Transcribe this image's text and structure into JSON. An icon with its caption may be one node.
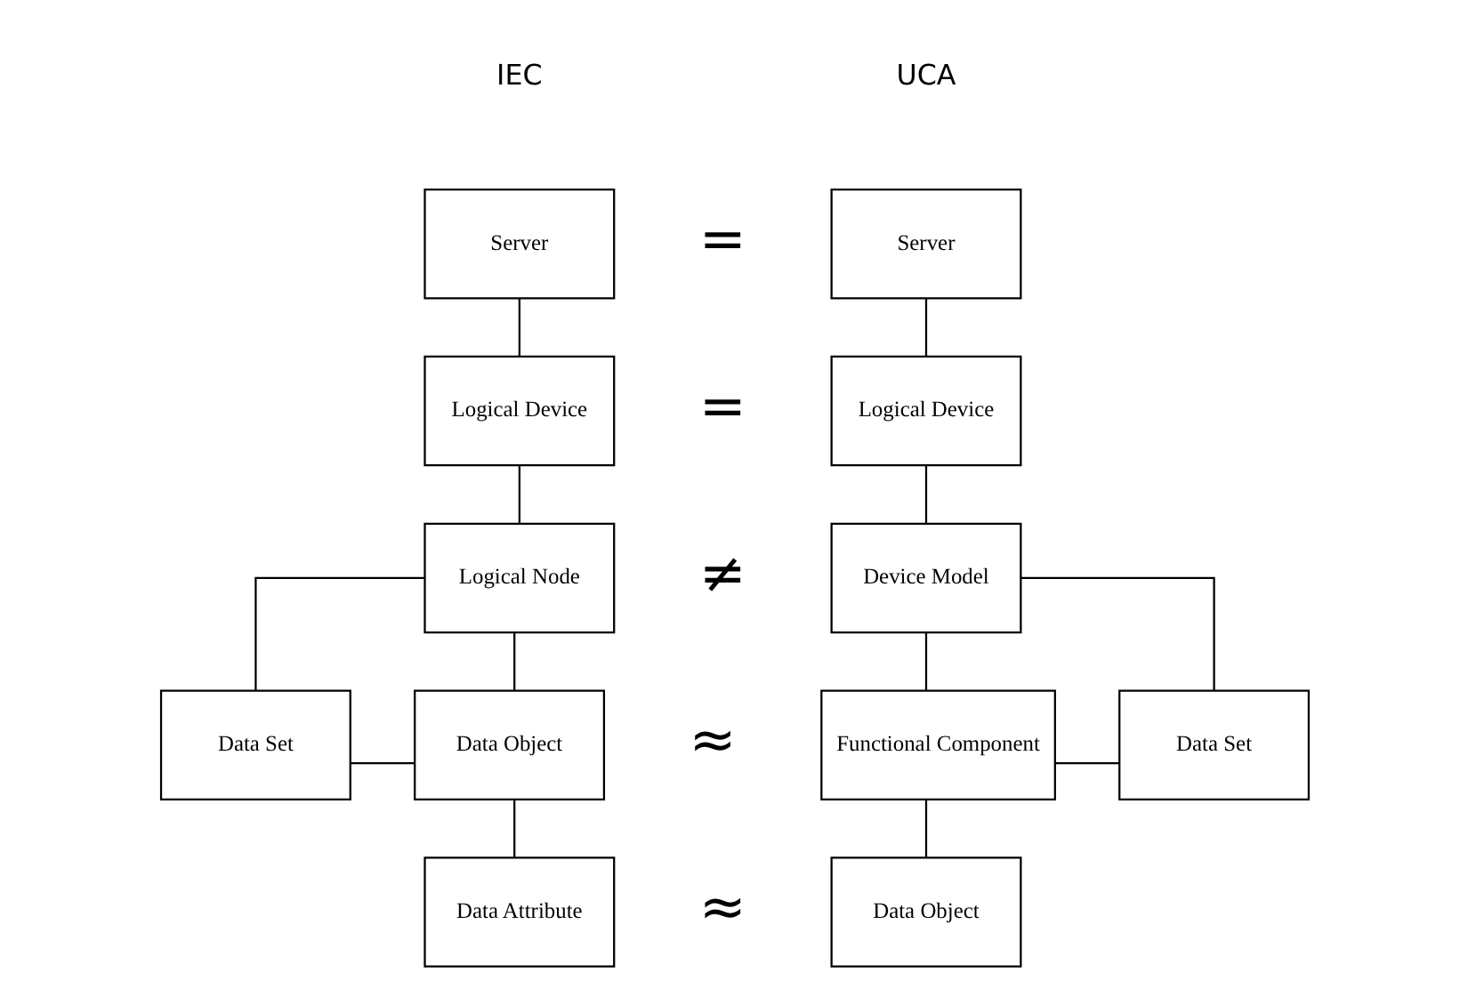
{
  "diagram": {
    "nodes": [
      {
        "text": [
          "Server"
        ]
      },
      {
        "text": [
          "Server"
        ]
      },
      {
        "text": [
          "Logical Device"
        ]
      },
      {
        "text": [
          "Logical Device"
        ]
      },
      {
        "text": [
          "Logical Node"
        ]
      },
      {
        "text": [
          "Device Model"
        ]
      },
      {
        "text": [
          "Data Set"
        ]
      },
      {
        "text": [
          "Data Object"
        ]
      },
      {
        "text": [
          "Functional Component"
        ]
      },
      {
        "text": [
          "Data Set"
        ]
      },
      {
        "text": [
          "Data Attribute"
        ]
      },
      {
        "text": [
          "Data Object"
        ]
      }
    ],
    "edges": [
      {
        "from": 0,
        "to": 2,
        "arrow": "none"
      },
      {
        "from": 1,
        "to": 3,
        "arrow": "none"
      },
      {
        "from": 2,
        "to": 4,
        "arrow": "none"
      },
      {
        "from": 3,
        "to": 5,
        "arrow": "none"
      },
      {
        "from": 4,
        "to": 6,
        "arrow": "none"
      },
      {
        "from": 4,
        "to": 7,
        "arrow": "none"
      },
      {
        "from": 6,
        "to": 7,
        "arrow": "none"
      },
      {
        "from": 5,
        "to": 9,
        "arrow": "none"
      },
      {
        "from": 5,
        "to": 8,
        "arrow": "none"
      },
      {
        "from": 8,
        "to": 9,
        "arrow": "none"
      },
      {
        "from": 7,
        "to": 10,
        "arrow": "none"
      },
      {
        "from": 8,
        "to": 11,
        "arrow": "none"
      }
    ],
    "labels": [
      "IEC",
      "UCA",
      "=",
      "=",
      "≠",
      "≈",
      "≈"
    ]
  }
}
